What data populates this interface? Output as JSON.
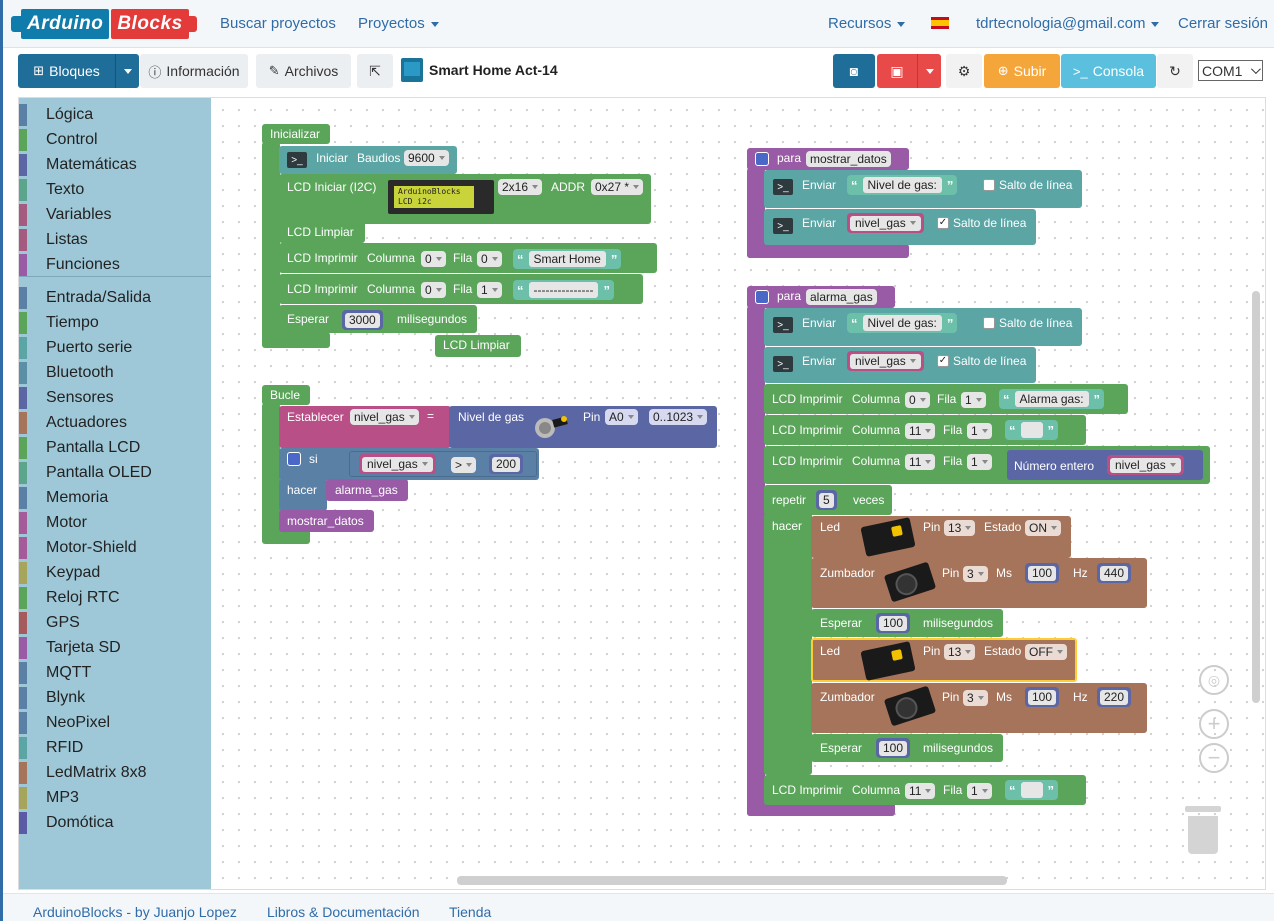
{
  "nav": {
    "logo_part1": "Arduino",
    "logo_part2": "Blocks",
    "buscar": "Buscar proyectos",
    "proyectos": "Proyectos",
    "recursos": "Recursos",
    "email": "tdrtecnologia@gmail.com",
    "cerrar": "Cerrar sesión"
  },
  "toolbar": {
    "bloques": "Bloques",
    "informacion": "Información",
    "archivos": "Archivos",
    "project_title": "Smart Home Act-14",
    "subir": "Subir",
    "consola": "Consola",
    "com_port": "COM1"
  },
  "categories": [
    {
      "label": "Lógica",
      "color": "#5b80a5"
    },
    {
      "label": "Control",
      "color": "#5ba55b"
    },
    {
      "label": "Matemáticas",
      "color": "#5b67a5"
    },
    {
      "label": "Texto",
      "color": "#5ba58c"
    },
    {
      "label": "Variables",
      "color": "#a55b80"
    },
    {
      "label": "Listas",
      "color": "#a55b80"
    },
    {
      "label": "Funciones",
      "color": "#995ba5"
    },
    {
      "label": "Entrada/Salida",
      "color": "#5b80a5"
    },
    {
      "label": "Tiempo",
      "color": "#5ba55b"
    },
    {
      "label": "Puerto serie",
      "color": "#5ba5a5"
    },
    {
      "label": "Bluetooth",
      "color": "#5b8fa5"
    },
    {
      "label": "Sensores",
      "color": "#5b67a5"
    },
    {
      "label": "Actuadores",
      "color": "#a5745b"
    },
    {
      "label": "Pantalla LCD",
      "color": "#5ba55b"
    },
    {
      "label": "Pantalla OLED",
      "color": "#5ba58c"
    },
    {
      "label": "Memoria",
      "color": "#5b80a5"
    },
    {
      "label": "Motor",
      "color": "#a55b99"
    },
    {
      "label": "Motor-Shield",
      "color": "#a55b99"
    },
    {
      "label": "Keypad",
      "color": "#a5a55b"
    },
    {
      "label": "Reloj RTC",
      "color": "#5ba55b"
    },
    {
      "label": "GPS",
      "color": "#a55b5b"
    },
    {
      "label": "Tarjeta SD",
      "color": "#995ba5"
    },
    {
      "label": "MQTT",
      "color": "#5b80a5"
    },
    {
      "label": "Blynk",
      "color": "#5b80a5"
    },
    {
      "label": "NeoPixel",
      "color": "#5b80a5"
    },
    {
      "label": "RFID",
      "color": "#5ba5a5"
    },
    {
      "label": "LedMatrix 8x8",
      "color": "#a5745b"
    },
    {
      "label": "MP3",
      "color": "#a5a55b"
    },
    {
      "label": "Domótica",
      "color": "#5b5ba5"
    }
  ],
  "blocks": {
    "inicializar": "Inicializar",
    "iniciar": "Iniciar",
    "baudios": "Baudios",
    "baud_val": "9600",
    "lcd_iniciar": "LCD Iniciar (I2C)",
    "lcd_img_line1": "ArduinoBlocks",
    "lcd_img_line2": "LCD i2c",
    "size": "2x16",
    "addr": "ADDR",
    "addr_val": "0x27 *",
    "lcd_limpiar": "LCD Limpiar",
    "lcd_imprimir": "LCD Imprimir",
    "columna": "Columna",
    "fila": "Fila",
    "zero": "0",
    "one": "1",
    "eleven": "11",
    "txt_smart": "Smart Home",
    "txt_dashes": "---------------",
    "esperar": "Esperar",
    "ms_3000": "3000",
    "milisegundos": "milisegundos",
    "bucle": "Bucle",
    "establecer": "Establecer",
    "nivel_gas": "nivel_gas",
    "eq": "=",
    "nivel_de_gas": "Nivel de gas",
    "pin": "Pin",
    "a0": "A0",
    "range": "0..1023",
    "si": "si",
    "gt": ">",
    "val_200": "200",
    "hacer": "hacer",
    "alarma_gas": "alarma_gas",
    "mostrar_datos": "mostrar_datos",
    "para": "para",
    "enviar": "Enviar",
    "txt_nivel": "Nivel de gas:",
    "salto": "Salto de línea",
    "txt_alarma": "Alarma gas:",
    "numero_entero": "Número entero",
    "repetir": "repetir",
    "rep_5": "5",
    "veces": "veces",
    "led": "Led",
    "pin_13": "13",
    "estado": "Estado",
    "on": "ON",
    "off": "OFF",
    "zumbador": "Zumbador",
    "pin_3": "3",
    "ms": "Ms",
    "ms_100": "100",
    "hz": "Hz",
    "hz_440": "440",
    "hz_220": "220",
    "quote_open": "“",
    "quote_close": "”"
  },
  "footer": {
    "credit": "ArduinoBlocks - by Juanjo Lopez",
    "libros": "Libros & Documentación",
    "tienda": "Tienda"
  }
}
